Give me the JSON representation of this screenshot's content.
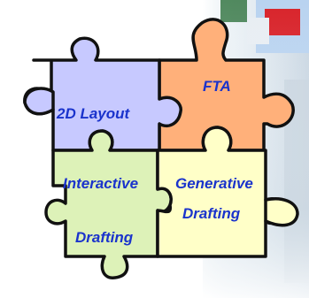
{
  "puzzle": {
    "pieces": [
      {
        "id": "2d-layout",
        "label": "2D Layout",
        "color": "#c7c9ff"
      },
      {
        "id": "fta",
        "label": "FTA",
        "color": "#ffb07a"
      },
      {
        "id": "interactive-drafting",
        "label_line1": "Interactive",
        "label_line2": "Drafting",
        "color": "#ddf2b8"
      },
      {
        "id": "generative-drafting",
        "label_line1": "Generative",
        "label_line2": "Drafting",
        "color": "#ffffc8"
      }
    ],
    "label_color": "#1a33cc",
    "outline_color": "#111111"
  },
  "background": {
    "corner_image": "screenshot-collage",
    "accent_colors": [
      "#c9d6e2",
      "#d8232a",
      "#b9d3f0",
      "#2a6f3a"
    ]
  }
}
